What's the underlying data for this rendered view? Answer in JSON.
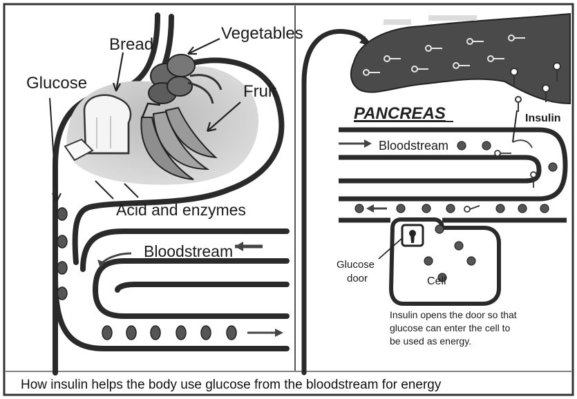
{
  "labels": {
    "bread": "Bread",
    "vegetables": "Vegetables",
    "glucose": "Glucose",
    "fruit": "Fruit",
    "acid_enzymes": "Acid and enzymes",
    "bloodstream_left": "Bloodstream",
    "pancreas": "PANCREAS",
    "insulin": "Insulin",
    "bloodstream_right": "Bloodstream",
    "glucose_door_line1": "Glucose",
    "glucose_door_line2": "door",
    "cell": "Cell",
    "note_line1": "Insulin opens the door so that",
    "note_line2": "glucose can enter the cell to",
    "note_line3": "be used as energy."
  },
  "caption": "How insulin helps the body use glucose from the bloodstream for energy",
  "colors": {
    "outline": "#2a2a2a",
    "dot": "#555555",
    "pancreas": "#4a4a4a",
    "food_blob": "#c9c9c9",
    "pancreas_label": "#222222"
  }
}
